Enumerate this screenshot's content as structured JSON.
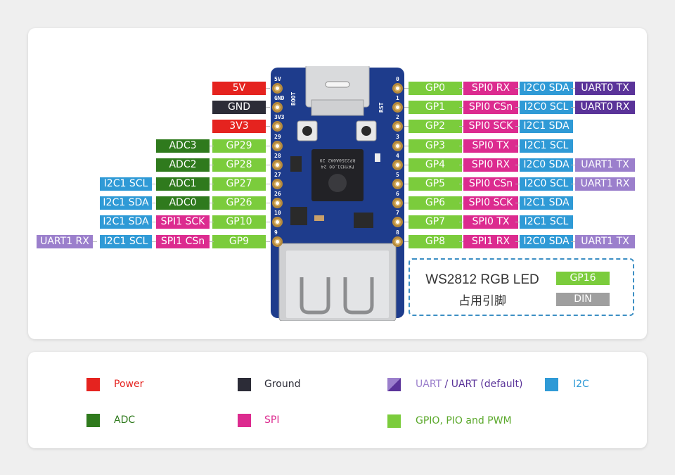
{
  "left_rows": [
    {
      "labels": [
        {
          "text": "5V",
          "type": "power"
        }
      ]
    },
    {
      "labels": [
        {
          "text": "GND",
          "type": "gnd"
        }
      ]
    },
    {
      "labels": [
        {
          "text": "3V3",
          "type": "power"
        }
      ]
    },
    {
      "labels": [
        {
          "text": "GP29",
          "type": "gpio"
        },
        {
          "text": "ADC3",
          "type": "adc"
        }
      ]
    },
    {
      "labels": [
        {
          "text": "GP28",
          "type": "gpio"
        },
        {
          "text": "ADC2",
          "type": "adc"
        }
      ]
    },
    {
      "labels": [
        {
          "text": "GP27",
          "type": "gpio"
        },
        {
          "text": "ADC1",
          "type": "adc"
        },
        {
          "text": "I2C1 SCL",
          "type": "i2c"
        }
      ]
    },
    {
      "labels": [
        {
          "text": "GP26",
          "type": "gpio"
        },
        {
          "text": "ADC0",
          "type": "adc"
        },
        {
          "text": "I2C1 SDA",
          "type": "i2c"
        }
      ]
    },
    {
      "labels": [
        {
          "text": "GP10",
          "type": "gpio"
        },
        {
          "text": "SPI1 SCK",
          "type": "spi"
        },
        {
          "text": "I2C1 SDA",
          "type": "i2c"
        }
      ]
    },
    {
      "labels": [
        {
          "text": "GP9",
          "type": "gpio"
        },
        {
          "text": "SPI1 CSn",
          "type": "spi"
        },
        {
          "text": "I2C1 SCL",
          "type": "i2c"
        },
        {
          "text": "UART1 RX",
          "type": "uart"
        }
      ]
    }
  ],
  "right_rows": [
    {
      "labels": [
        {
          "text": "GP0",
          "type": "gpio"
        },
        {
          "text": "SPI0 RX",
          "type": "spi"
        },
        {
          "text": "I2C0 SDA",
          "type": "i2c"
        },
        {
          "text": "UART0 TX",
          "type": "uartd"
        }
      ]
    },
    {
      "labels": [
        {
          "text": "GP1",
          "type": "gpio"
        },
        {
          "text": "SPI0 CSn",
          "type": "spi"
        },
        {
          "text": "I2C0 SCL",
          "type": "i2c"
        },
        {
          "text": "UART0 RX",
          "type": "uartd"
        }
      ]
    },
    {
      "labels": [
        {
          "text": "GP2",
          "type": "gpio"
        },
        {
          "text": "SPI0 SCK",
          "type": "spi"
        },
        {
          "text": "I2C1 SDA",
          "type": "i2c"
        }
      ]
    },
    {
      "labels": [
        {
          "text": "GP3",
          "type": "gpio"
        },
        {
          "text": "SPI0 TX",
          "type": "spi"
        },
        {
          "text": "I2C1 SCL",
          "type": "i2c"
        }
      ]
    },
    {
      "labels": [
        {
          "text": "GP4",
          "type": "gpio"
        },
        {
          "text": "SPI0 RX",
          "type": "spi"
        },
        {
          "text": "I2C0 SDA",
          "type": "i2c"
        },
        {
          "text": "UART1 TX",
          "type": "uart"
        }
      ]
    },
    {
      "labels": [
        {
          "text": "GP5",
          "type": "gpio"
        },
        {
          "text": "SPI0 CSn",
          "type": "spi"
        },
        {
          "text": "I2C0 SCL",
          "type": "i2c"
        },
        {
          "text": "UART1 RX",
          "type": "uart"
        }
      ]
    },
    {
      "labels": [
        {
          "text": "GP6",
          "type": "gpio"
        },
        {
          "text": "SPI0 SCK",
          "type": "spi"
        },
        {
          "text": "I2C1 SDA",
          "type": "i2c"
        }
      ]
    },
    {
      "labels": [
        {
          "text": "GP7",
          "type": "gpio"
        },
        {
          "text": "SPI0 TX",
          "type": "spi"
        },
        {
          "text": "I2C1 SCL",
          "type": "i2c"
        }
      ]
    },
    {
      "labels": [
        {
          "text": "GP8",
          "type": "gpio"
        },
        {
          "text": "SPI1 RX",
          "type": "spi"
        },
        {
          "text": "I2C0 SDA",
          "type": "i2c"
        },
        {
          "text": "UART1 TX",
          "type": "uart"
        }
      ]
    }
  ],
  "board": {
    "silk_left": [
      "5V",
      "GND",
      "3V3",
      "29",
      "28",
      "27",
      "26",
      "10",
      "9"
    ],
    "silk_right": [
      "0",
      "1",
      "2",
      "3",
      "4",
      "5",
      "6",
      "7",
      "8"
    ],
    "boot_label": "BOOT",
    "rst_label": "RST",
    "chip_lines": [
      "RP2350A0A2 29",
      "PAYH31.00 24"
    ]
  },
  "led_box": {
    "title": "WS2812 RGB LED",
    "subtitle": "占用引脚",
    "pin": "GP16",
    "signal": "DIN"
  },
  "legend": {
    "power": "Power",
    "ground": "Ground",
    "uart": "UART",
    "uart_sep": " / ",
    "uart_default": "UART (default)",
    "i2c": "I2C",
    "adc": "ADC",
    "spi": "SPI",
    "gpio": "GPIO, PIO and PWM"
  },
  "colors": {
    "power": "#e5231f",
    "gnd": "#2c2c37",
    "gpio": "#7bcc3c",
    "adc": "#2f7a1d",
    "spi": "#dc2b8f",
    "i2c": "#2f9ad6",
    "uart": "#9b7fcc",
    "uartd": "#5a3399",
    "pcb": "#1e3c8c"
  }
}
